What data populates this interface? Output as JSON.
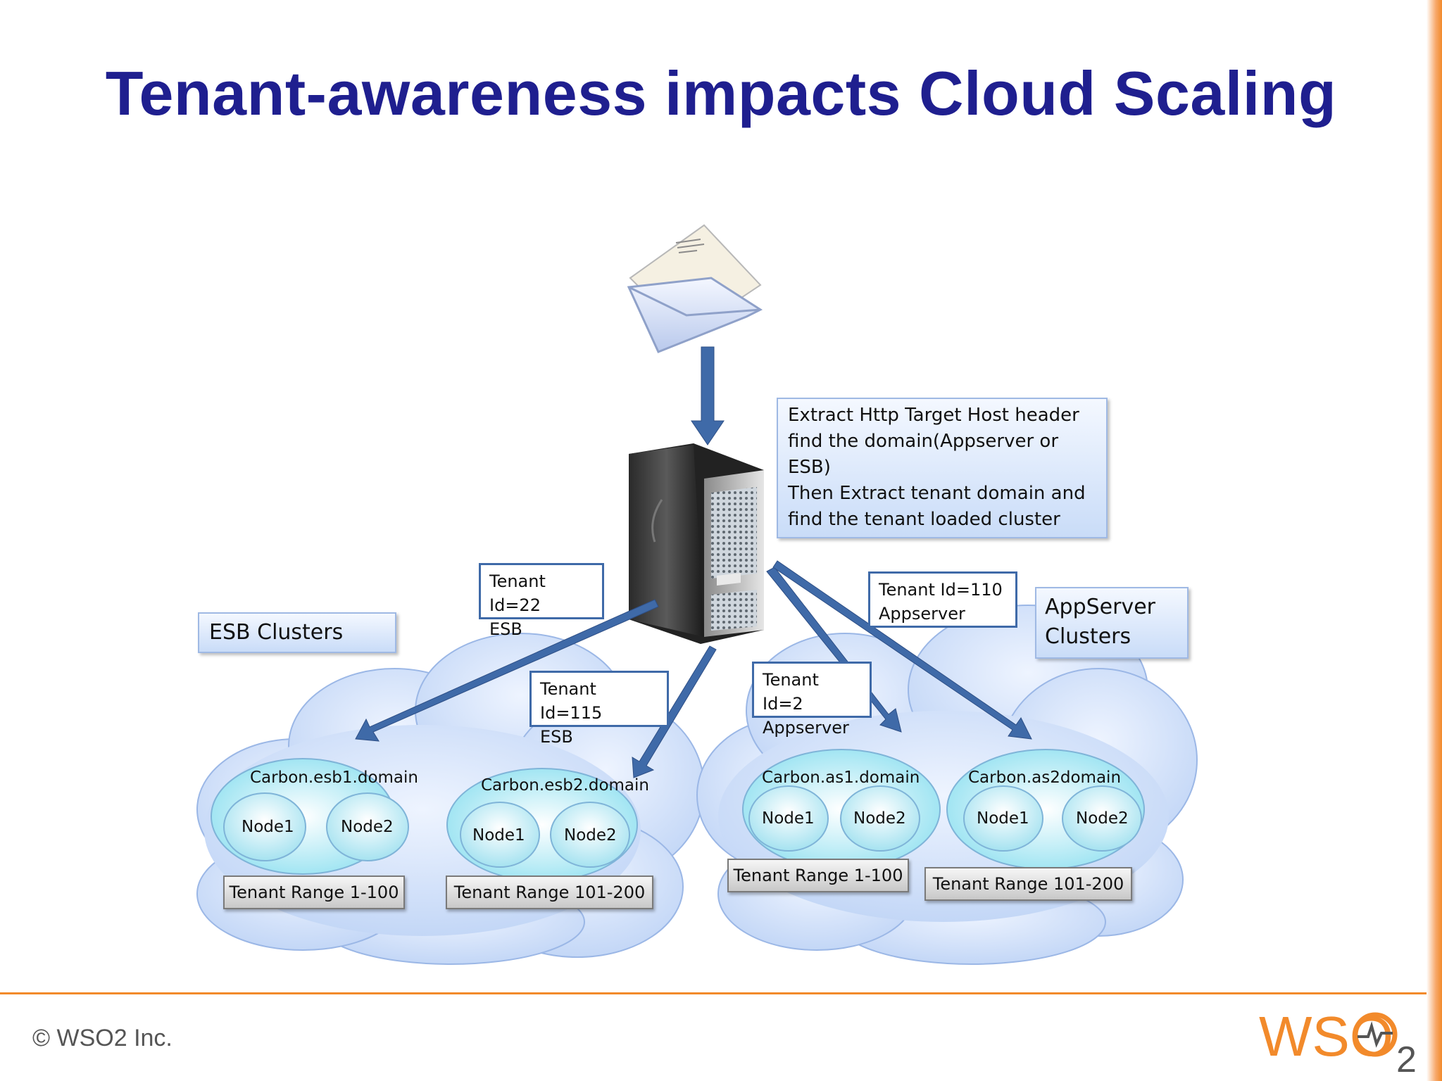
{
  "title": "Tenant-awareness impacts Cloud Scaling",
  "info_box": "Extract Http Target Host header\nfind the domain(Appserver or\nESB)\nThen Extract tenant domain and\nfind the tenant loaded cluster",
  "labels": {
    "esb_clusters": "ESB Clusters",
    "appserver_clusters": "AppServer\nClusters"
  },
  "tenant_tags": {
    "t22": "Tenant Id=22\nESB",
    "t115": "Tenant Id=115\nESB",
    "t2": "Tenant Id=2\nAppserver",
    "t110": "Tenant Id=110\nAppserver"
  },
  "domains": {
    "esb1": "Carbon.esb1.domain",
    "esb2": "Carbon.esb2.domain",
    "as1": "Carbon.as1.domain",
    "as2": "Carbon.as2domain"
  },
  "node1": "Node1",
  "node2": "Node2",
  "ranges": {
    "esb1": "Tenant Range 1-100",
    "esb2": "Tenant Range 101-200",
    "as1": "Tenant Range 1-100",
    "as2": "Tenant Range 101-200"
  },
  "footer": {
    "copyright": "© WSO2 Inc.",
    "logo_text": "WSO",
    "logo_sub": "2"
  },
  "colors": {
    "title": "#1f1f8f",
    "arrow": "#3f6aa8",
    "accent": "#f28a2b"
  },
  "icons": [
    "envelope-icon",
    "server-icon",
    "wso2-logo"
  ]
}
